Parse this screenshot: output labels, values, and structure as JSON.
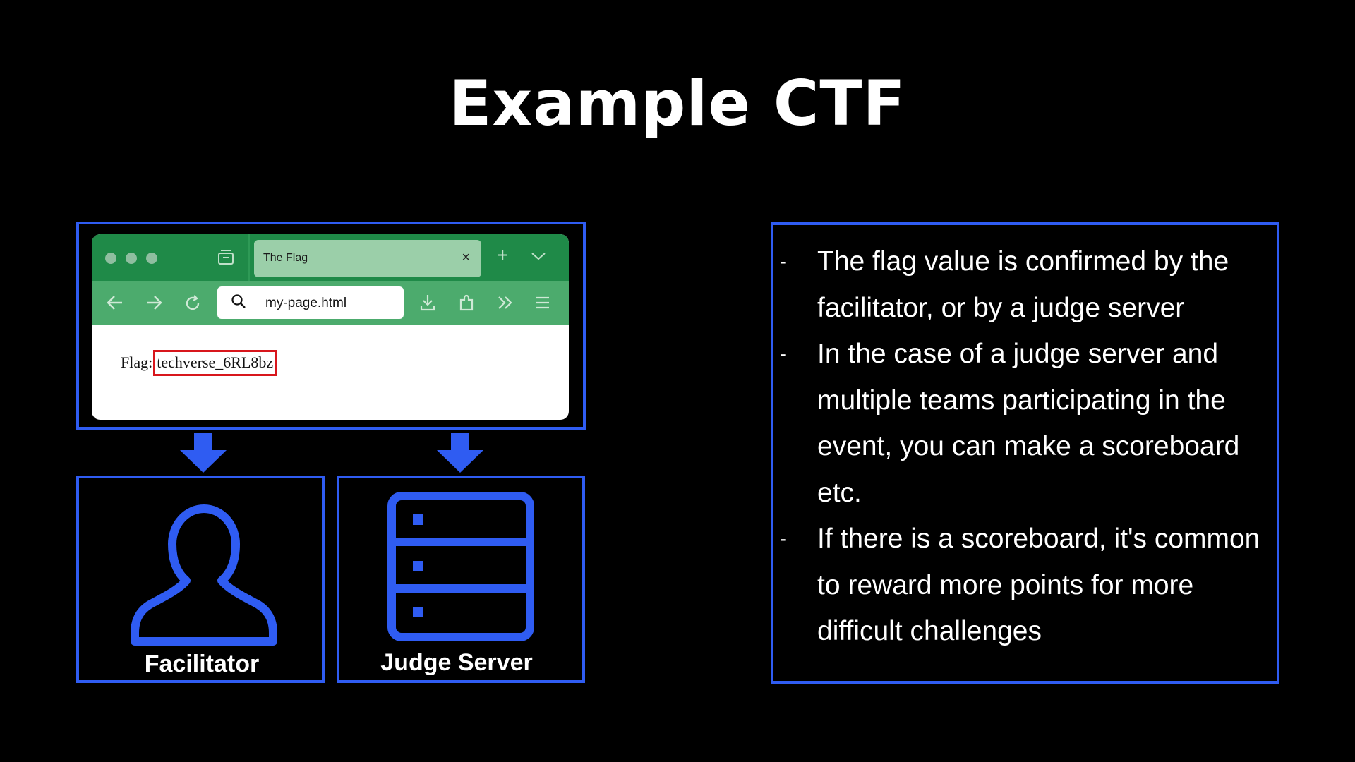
{
  "slide": {
    "title": "Example CTF"
  },
  "browser": {
    "tab_title": "The Flag",
    "tab_close": "×",
    "new_tab": "+",
    "url": "my-page.html",
    "content": {
      "flag_label": "Flag:",
      "flag_value": "techverse_6RL8bz"
    }
  },
  "diagram": {
    "facilitator_label": "Facilitator",
    "judge_label": "Judge Server",
    "accent_color": "#2f5cf2",
    "highlight_color": "#d8161c"
  },
  "bullets": [
    {
      "dash": "-",
      "text": "The flag value is confirmed by the facilitator, or by a judge server"
    },
    {
      "dash": "-",
      "text": "In the case of a judge server and multiple teams participating in the event, you can make a scoreboard etc."
    },
    {
      "dash": "-",
      "text": "If there is a scoreboard, it's common to reward more points for more difficult challenges"
    }
  ]
}
